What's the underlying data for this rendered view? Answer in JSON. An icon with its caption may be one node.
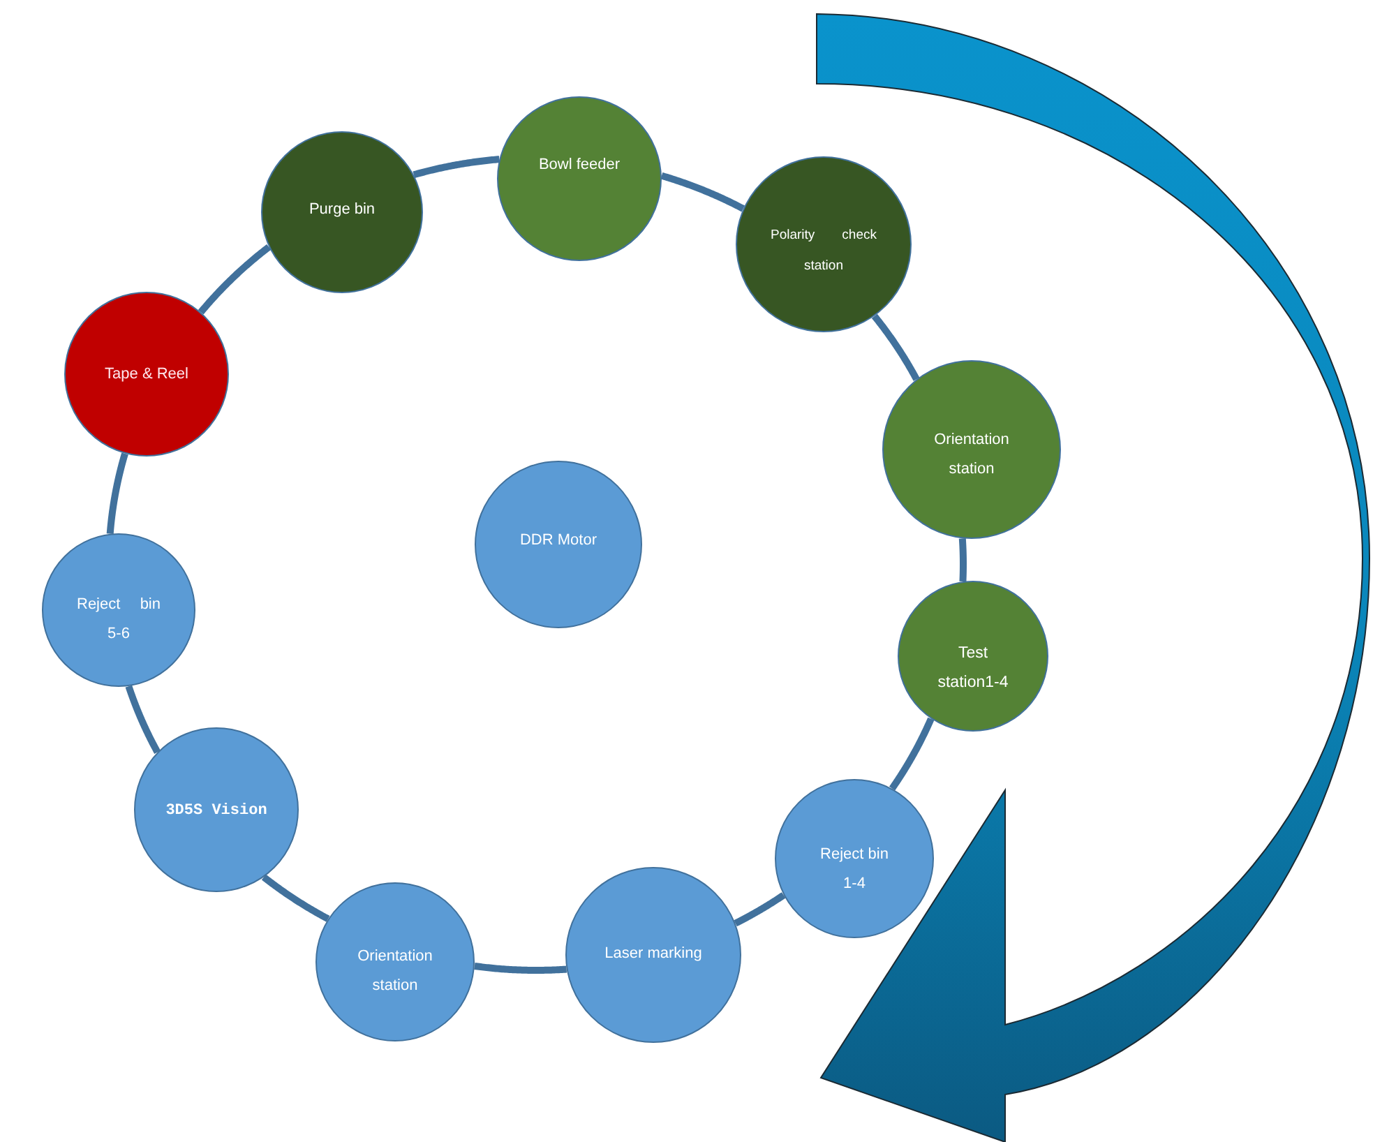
{
  "diagram": {
    "nodes": [
      {
        "text": [
          "Bowl feeder"
        ]
      },
      {
        "text": [
          "Polarity check station"
        ]
      },
      {
        "text": [
          "Orientation station"
        ]
      },
      {
        "text": [
          "Test station1-4"
        ]
      },
      {
        "text": [
          "Reject bin 1-4"
        ]
      },
      {
        "text": [
          "Laser marking"
        ]
      },
      {
        "text": [
          "Orientation station"
        ]
      },
      {
        "text": [
          "3D5S Vision"
        ]
      },
      {
        "text": [
          "Reject bin 5-6"
        ]
      },
      {
        "text": [
          "Tape & Reel"
        ]
      },
      {
        "text": [
          "Purge bin"
        ]
      },
      {
        "text": [
          "DDR Motor"
        ]
      }
    ],
    "edges": [
      {
        "from": 0,
        "to": 1,
        "arrow": "none"
      },
      {
        "from": 1,
        "to": 2,
        "arrow": "none"
      },
      {
        "from": 2,
        "to": 3,
        "arrow": "none"
      },
      {
        "from": 3,
        "to": 4,
        "arrow": "none"
      },
      {
        "from": 4,
        "to": 5,
        "arrow": "none"
      },
      {
        "from": 5,
        "to": 6,
        "arrow": "none"
      },
      {
        "from": 6,
        "to": 7,
        "arrow": "none"
      },
      {
        "from": 7,
        "to": 8,
        "arrow": "none"
      },
      {
        "from": 8,
        "to": 9,
        "arrow": "none"
      },
      {
        "from": 9,
        "to": 10,
        "arrow": "none"
      },
      {
        "from": 10,
        "to": 0,
        "arrow": "none"
      }
    ]
  }
}
